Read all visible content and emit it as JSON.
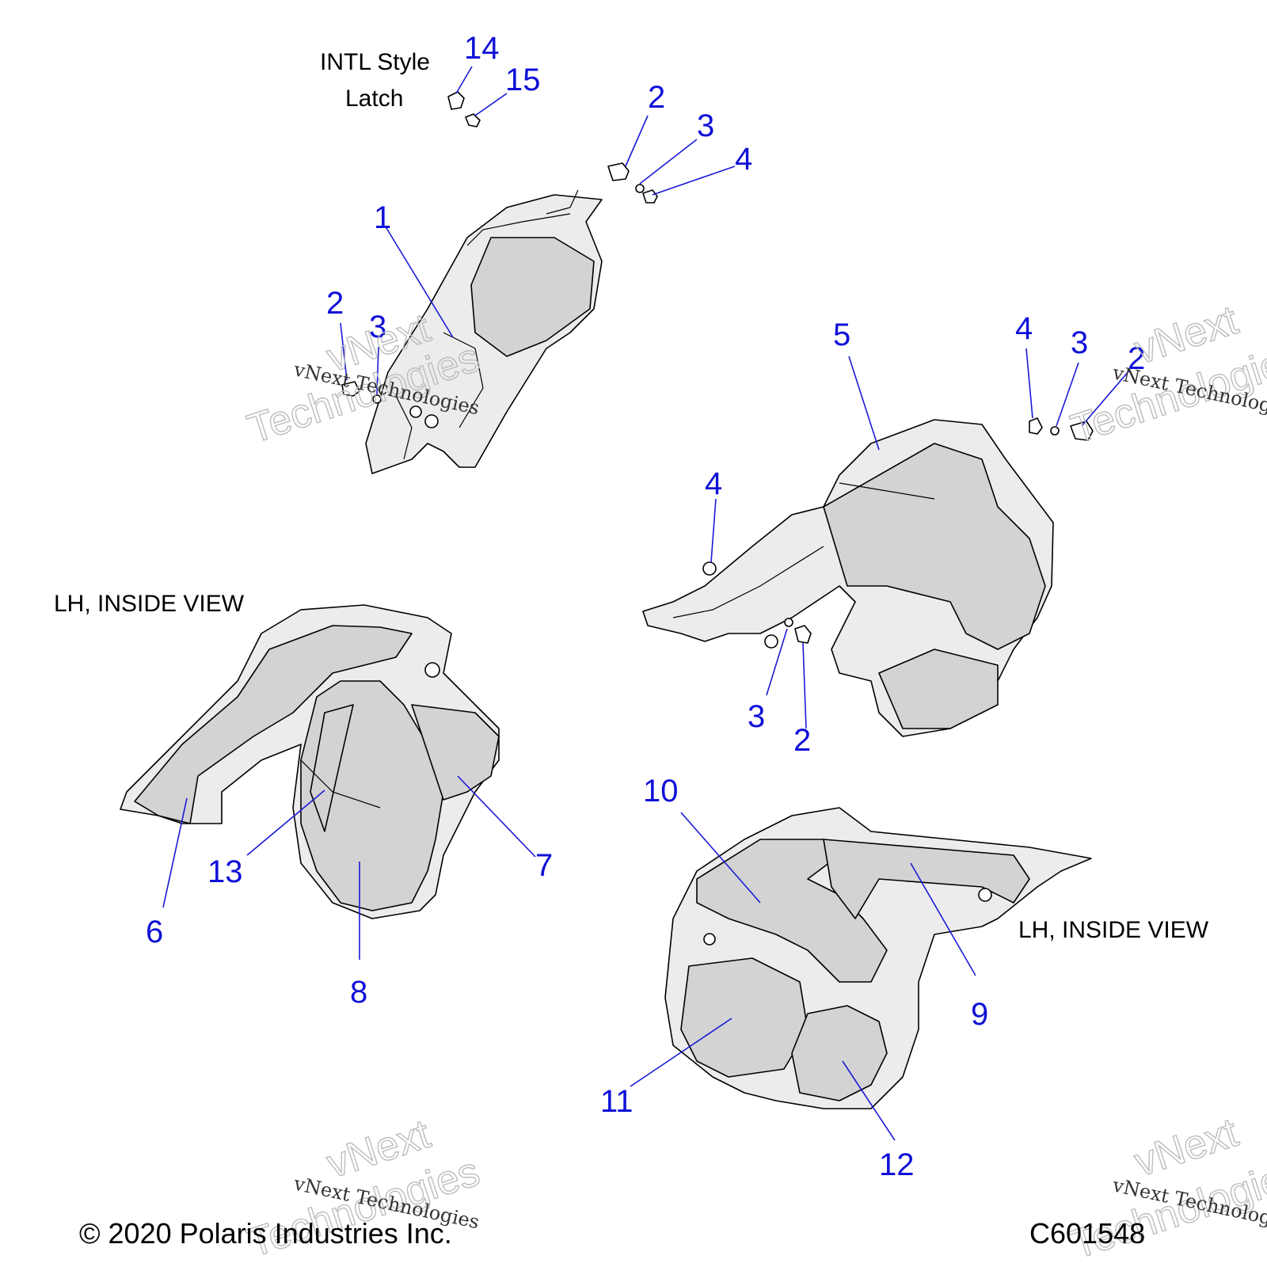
{
  "notes": {
    "intl_style": "INTL Style",
    "latch": "Latch",
    "lh_inside_view_left": "LH, INSIDE VIEW",
    "lh_inside_view_right": "LH, INSIDE VIEW"
  },
  "callouts": {
    "c1": "1",
    "c2a": "2",
    "c3a": "3",
    "c4a": "4",
    "c2b": "2",
    "c3b": "3",
    "c14": "14",
    "c15": "15",
    "c5": "5",
    "c4b": "4",
    "c3c": "3",
    "c2c": "2",
    "c4c": "4",
    "c3d": "3",
    "c2d": "2",
    "c6": "6",
    "c7": "7",
    "c8": "8",
    "c13": "13",
    "c9": "9",
    "c10": "10",
    "c11": "11",
    "c12": "12"
  },
  "footer": {
    "copyright": "© 2020 Polaris Industries Inc.",
    "code": "C601548"
  },
  "watermark": {
    "brand_line1": "vNext",
    "brand_line2": "Technologies",
    "brand_full": "vNext Technologies"
  }
}
